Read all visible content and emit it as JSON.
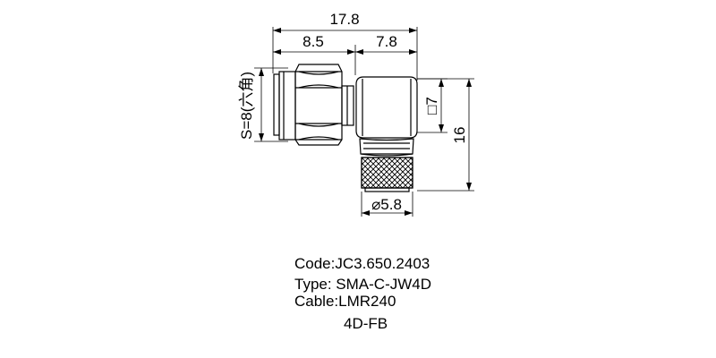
{
  "dimensions": {
    "overall_length": "17.8",
    "plug_length": "8.5",
    "body_length": "7.8",
    "hex_size": "S=8(六角)",
    "body_square": "□7",
    "height": "16",
    "crimp_diameter": "⌀5.8"
  },
  "specs": {
    "code": "Code:JC3.650.2403",
    "type": "Type: SMA-C-JW4D",
    "cable": "Cable:LMR240",
    "cable_alt": "4D-FB"
  }
}
